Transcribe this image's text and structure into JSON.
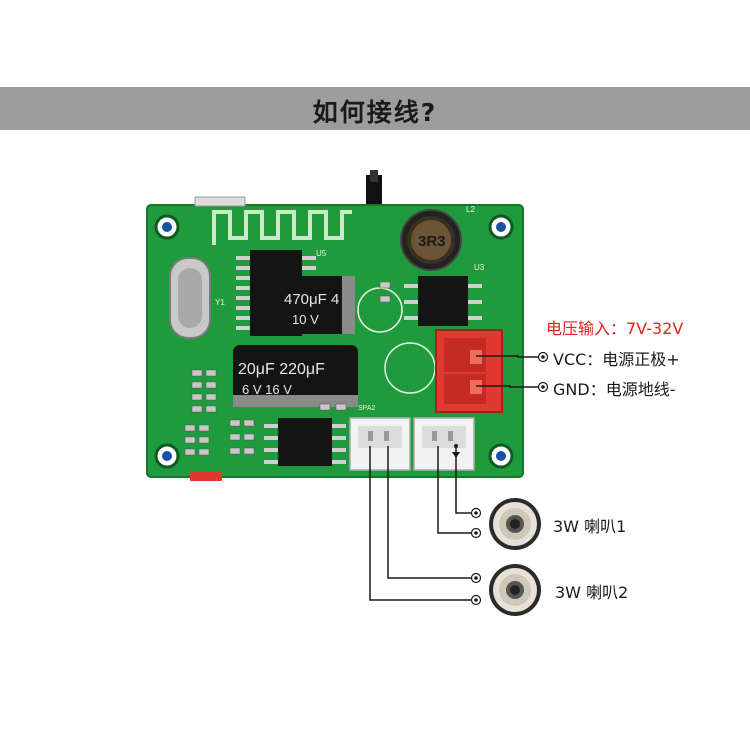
{
  "header": {
    "title": "如何接线?"
  },
  "power": {
    "input_label": "电压输入：7V-32V",
    "vcc_label": "VCC：电源正极+",
    "gnd_label": "GND：电源地线-"
  },
  "speakers": [
    {
      "label": "3W 喇叭1"
    },
    {
      "label": "3W 喇叭2"
    }
  ],
  "board": {
    "cap1": {
      "line1": "470μF 4",
      "line2": "10 V"
    },
    "cap2": {
      "line1": "20μF 220μF",
      "line2": "6 V   16 V"
    },
    "inductor": "3R3",
    "silk_u5": "U5",
    "silk_u3": "U3",
    "silk_l2": "L2",
    "silk_y1": "Y1",
    "silk_spa2": "SPA2"
  },
  "colors": {
    "pcb": "#1f9a3c",
    "banner": "#9d9d9d",
    "accent_red": "#e2211c",
    "connector_red": "#e0392f"
  }
}
